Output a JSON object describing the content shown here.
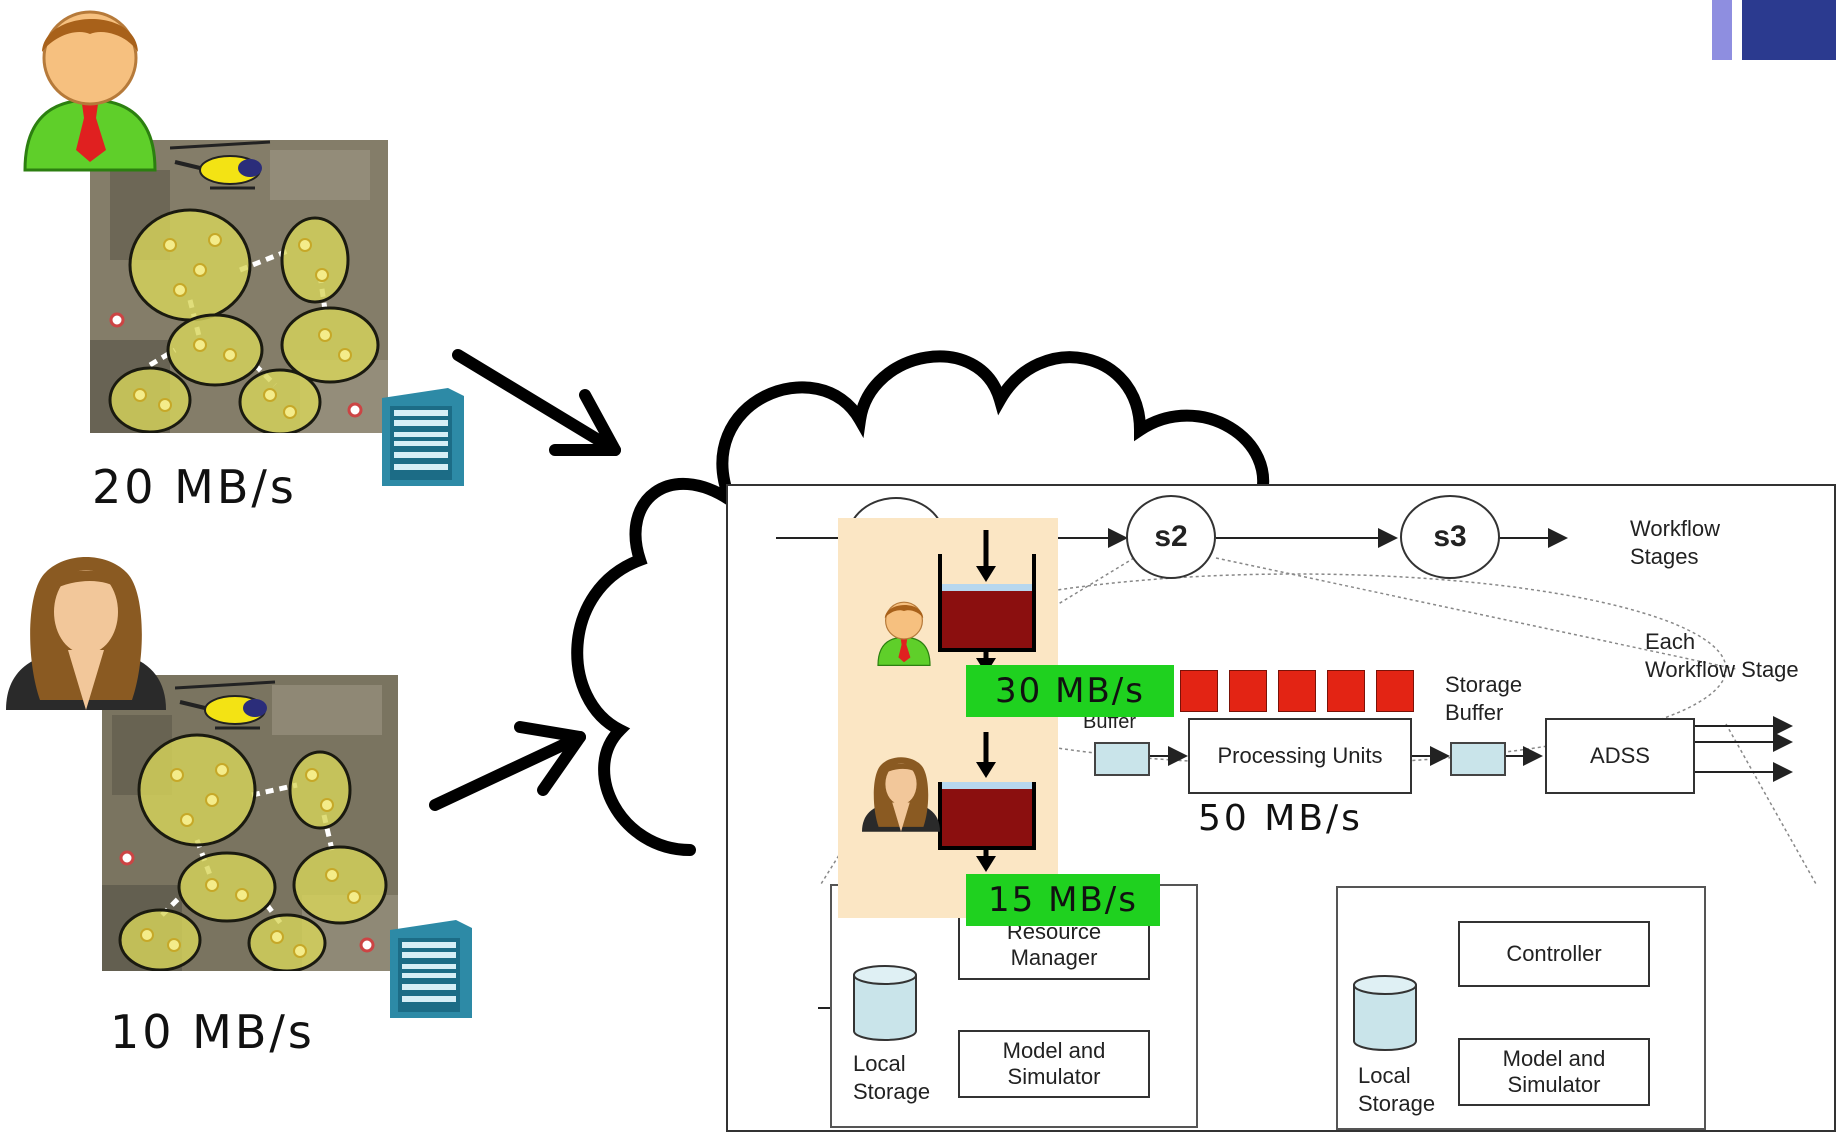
{
  "sources": [
    {
      "rate": "20 MB/s"
    },
    {
      "rate": "10 MB/s"
    }
  ],
  "workflow": {
    "stages": [
      "s2",
      "s3"
    ],
    "stages_label_line1": "Workflow",
    "stages_label_line2": "Stages",
    "each_stage_line1": "Each",
    "each_stage_line2": "Workflow Stage",
    "storage_buffer_line1": "Storage",
    "storage_buffer_line2": "Buffer",
    "buffer_partial": "Buffer",
    "processing_units": "Processing Units",
    "adss": "ADSS",
    "processing_rate": "50 MB/s"
  },
  "queues": {
    "rate1": "30 MB/s",
    "rate2": "15 MB/s"
  },
  "left_module": {
    "resource_manager_partial": "Resource",
    "resource_manager": "Manager",
    "model_line1": "Model and",
    "model_line2": "Simulator",
    "storage_line1": "Local",
    "storage_line2": "Storage"
  },
  "right_module": {
    "controller": "Controller",
    "model_line1": "Model and",
    "model_line2": "Simulator",
    "storage_line1": "Local",
    "storage_line2": "Storage"
  },
  "colors": {
    "accent_light": "#8e8ee0",
    "accent_dark": "#2b3a8f",
    "queue_fill": "#8b0f0f",
    "highlight": "#1fd11f",
    "processing_block": "#e32414",
    "overlay": "#fbe6c4"
  }
}
